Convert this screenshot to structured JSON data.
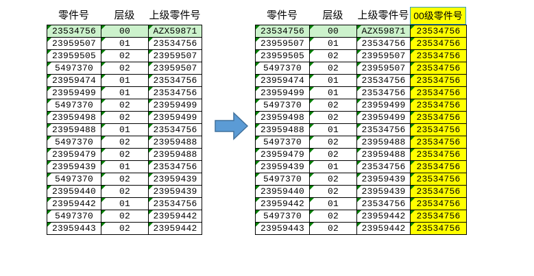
{
  "left_table": {
    "name": "source-bom-table",
    "headers": [
      "零件号",
      "层级",
      "上级零件号"
    ],
    "rows": [
      {
        "part": "23534756",
        "level": "00",
        "parent": "AZX59871"
      },
      {
        "part": "23959507",
        "level": "01",
        "parent": "23534756"
      },
      {
        "part": "23959505",
        "level": "02",
        "parent": "23959507"
      },
      {
        "part": "5497370",
        "level": "02",
        "parent": "23959507"
      },
      {
        "part": "23959474",
        "level": "01",
        "parent": "23534756"
      },
      {
        "part": "23959499",
        "level": "01",
        "parent": "23534756"
      },
      {
        "part": "5497370",
        "level": "02",
        "parent": "23959499"
      },
      {
        "part": "23959498",
        "level": "02",
        "parent": "23959499"
      },
      {
        "part": "23959488",
        "level": "01",
        "parent": "23534756"
      },
      {
        "part": "5497370",
        "level": "02",
        "parent": "23959488"
      },
      {
        "part": "23959479",
        "level": "02",
        "parent": "23959488"
      },
      {
        "part": "23959439",
        "level": "01",
        "parent": "23534756"
      },
      {
        "part": "5497370",
        "level": "02",
        "parent": "23959439"
      },
      {
        "part": "23959440",
        "level": "02",
        "parent": "23959439"
      },
      {
        "part": "23959442",
        "level": "01",
        "parent": "23534756"
      },
      {
        "part": "5497370",
        "level": "02",
        "parent": "23959442"
      },
      {
        "part": "23959443",
        "level": "02",
        "parent": "23959442"
      }
    ]
  },
  "right_table": {
    "name": "result-bom-table",
    "headers": [
      "零件号",
      "层级",
      "上级零件号",
      "00级零件号"
    ],
    "rows": [
      {
        "part": "23534756",
        "level": "00",
        "parent": "AZX59871",
        "root": "23534756"
      },
      {
        "part": "23959507",
        "level": "01",
        "parent": "23534756",
        "root": "23534756"
      },
      {
        "part": "23959505",
        "level": "02",
        "parent": "23959507",
        "root": "23534756"
      },
      {
        "part": "5497370",
        "level": "02",
        "parent": "23959507",
        "root": "23534756"
      },
      {
        "part": "23959474",
        "level": "01",
        "parent": "23534756",
        "root": "23534756"
      },
      {
        "part": "23959499",
        "level": "01",
        "parent": "23534756",
        "root": "23534756"
      },
      {
        "part": "5497370",
        "level": "02",
        "parent": "23959499",
        "root": "23534756"
      },
      {
        "part": "23959498",
        "level": "02",
        "parent": "23959499",
        "root": "23534756"
      },
      {
        "part": "23959488",
        "level": "01",
        "parent": "23534756",
        "root": "23534756"
      },
      {
        "part": "5497370",
        "level": "02",
        "parent": "23959488",
        "root": "23534756"
      },
      {
        "part": "23959479",
        "level": "02",
        "parent": "23959488",
        "root": "23534756"
      },
      {
        "part": "23959439",
        "level": "01",
        "parent": "23534756",
        "root": "23534756"
      },
      {
        "part": "5497370",
        "level": "02",
        "parent": "23959439",
        "root": "23534756"
      },
      {
        "part": "23959440",
        "level": "02",
        "parent": "23959439",
        "root": "23534756"
      },
      {
        "part": "23959442",
        "level": "01",
        "parent": "23534756",
        "root": "23534756"
      },
      {
        "part": "5497370",
        "level": "02",
        "parent": "23959442",
        "root": "23534756"
      },
      {
        "part": "23959443",
        "level": "02",
        "parent": "23959442",
        "root": "23534756"
      }
    ]
  },
  "arrow": {
    "name": "transform-arrow",
    "direction": "right",
    "fill": "#5b9bd5",
    "stroke": "#41719c"
  },
  "colors": {
    "first_row_fill": "#ccf2cc",
    "highlight_fill": "#ffff00",
    "highlight_border": "#2e9bbf",
    "grid_line": "#000000",
    "text_flag": "#008000"
  }
}
